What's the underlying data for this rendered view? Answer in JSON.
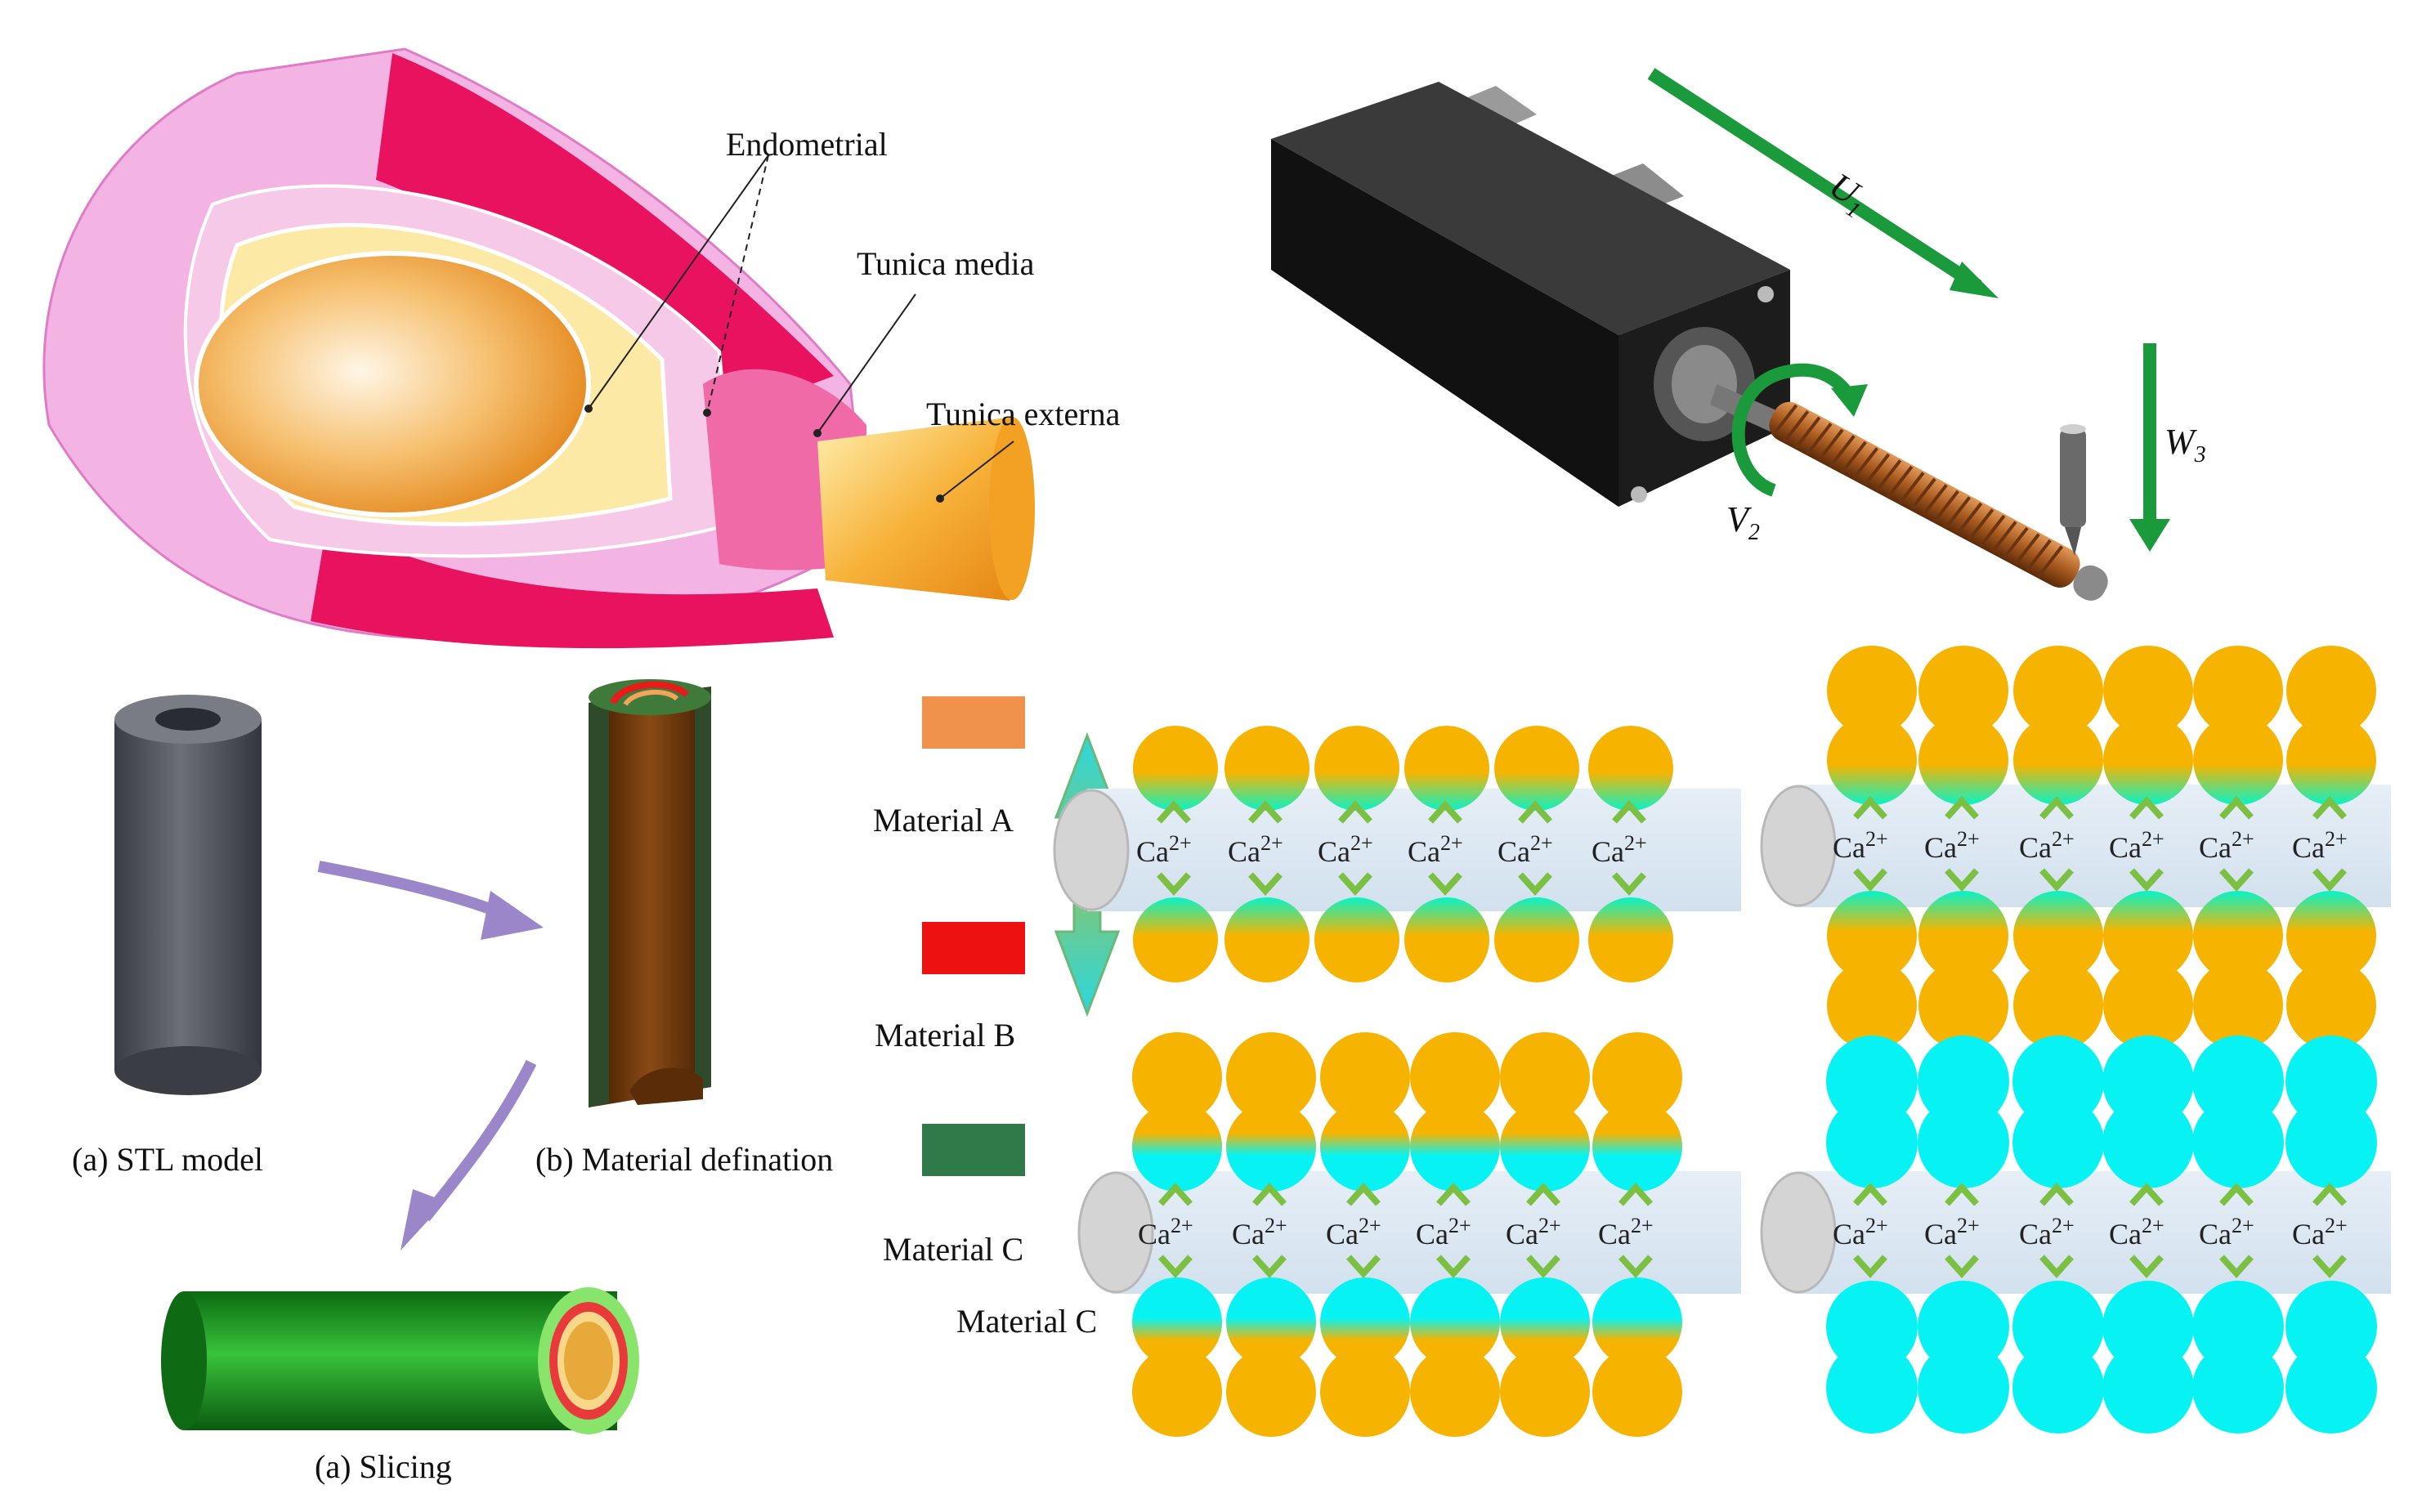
{
  "vessel": {
    "labels": {
      "endometrial": "Endometrial",
      "tunica_media": "Tunica media",
      "tunica_externa": "Tunica externa"
    }
  },
  "motor": {
    "labels": {
      "u1": "U",
      "u1_sub": "1",
      "v2": "V",
      "v2_sub": "2",
      "w3": "W",
      "w3_sub": "3"
    }
  },
  "workflow": {
    "stl_caption": "(a) STL model",
    "material_caption": "(b) Material defination",
    "slicing_caption": "(a) Slicing"
  },
  "legend": {
    "items": [
      {
        "label": "Material A",
        "color": "#f0924b"
      },
      {
        "label": "Material B",
        "color": "#ee1111"
      },
      {
        "label": "Material C",
        "color": "#2f7a48"
      }
    ],
    "extra_label": "Material C"
  },
  "ion": {
    "text": "Ca",
    "sup": "2+"
  },
  "colors": {
    "orange": "#f6b400",
    "cyan": "#07f3f3",
    "tube": "#dbe8f3",
    "arrow_green": "#1a9a3a",
    "purple": "#9a86c9"
  }
}
